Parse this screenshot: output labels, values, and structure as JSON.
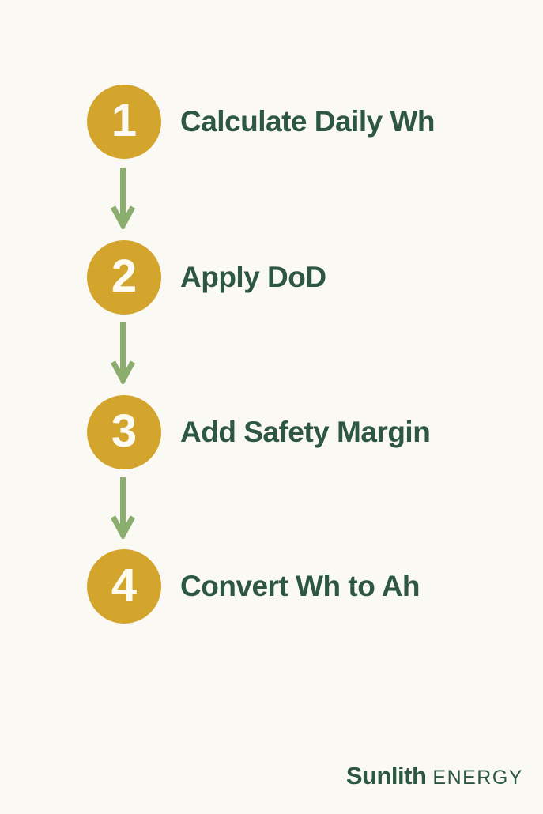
{
  "steps": [
    {
      "number": "1",
      "label": "Calculate Daily Wh"
    },
    {
      "number": "2",
      "label": "Apply DoD"
    },
    {
      "number": "3",
      "label": "Add Safety Margin"
    },
    {
      "number": "4",
      "label": "Convert Wh to Ah"
    }
  ],
  "footer": {
    "brand": "Sunlith",
    "brand_suffix": "ENERGY"
  },
  "colors": {
    "background": "#FAF9F4",
    "circle": "#D3A52C",
    "circle_number": "#FCFAF1",
    "label_text": "#2E5741",
    "arrow": "#8BAD6E",
    "footer_text": "#2E5741"
  }
}
